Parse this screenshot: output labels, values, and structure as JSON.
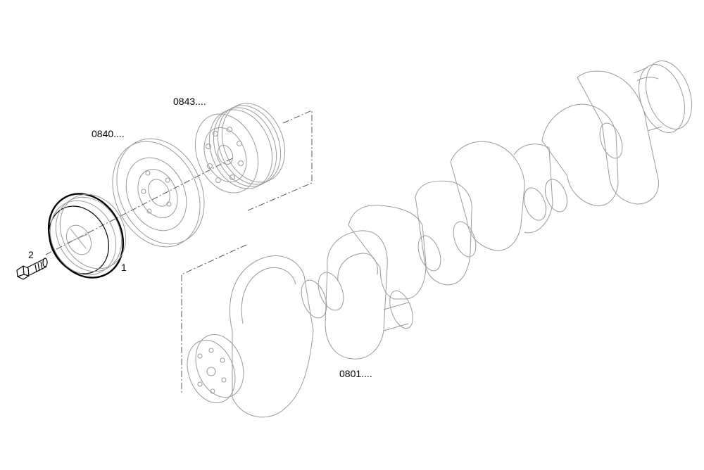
{
  "labels": {
    "pulley_part": "1",
    "bolt_part": "2",
    "damper_ref": "0840....",
    "pulley_ref": "0843....",
    "crankshaft_ref": "0801...."
  },
  "colors": {
    "line_light": "#9a9a9a",
    "line_dark": "#000000",
    "background": "#ffffff"
  }
}
